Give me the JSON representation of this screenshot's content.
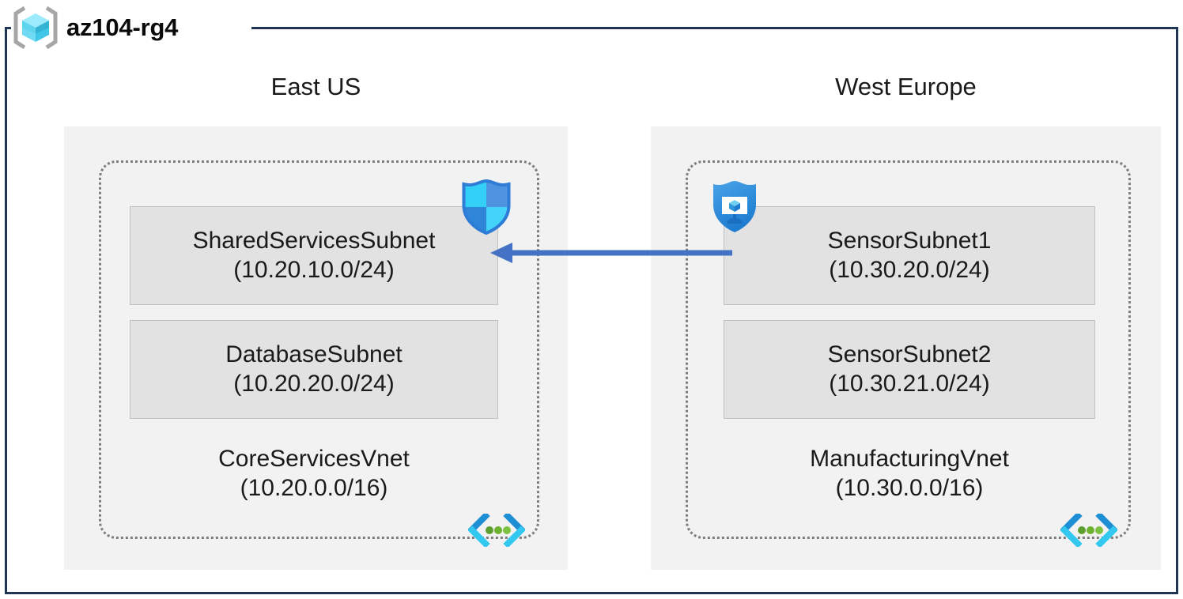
{
  "resource_group": {
    "name": "az104-rg4",
    "icon": "resource-group-cube-icon"
  },
  "colors": {
    "frame_border": "#1F3553",
    "region_fill": "#F2F2F2",
    "vnet_border": "#7D7D7D",
    "subnet_fill": "#E2E2E2",
    "subnet_border": "#C0C0C0",
    "arrow": "#4472C4",
    "vnet_icon_blue": "#1E8FD5",
    "vnet_icon_cyan": "#32C8F0",
    "vnet_icon_green": "#5E9E2E",
    "shield_blue_dark": "#3A7BD5",
    "shield_blue_light": "#32C8F7",
    "cube_cyan_light": "#9CEAFB",
    "cube_cyan_mid": "#3FC6E8",
    "cube_teal": "#2AA5C4",
    "bracket_gray": "#A6A6A6",
    "text": "#1A1A1A"
  },
  "regions": [
    {
      "label": "East US",
      "vnet": {
        "name": "CoreServicesVnet",
        "cidr": "(10.20.0.0/16)",
        "icon": "virtual-network-icon",
        "subnets": [
          {
            "name": "SharedServicesSubnet",
            "cidr": "(10.20.10.0/24)",
            "icon": "nsg-shield-icon"
          },
          {
            "name": "DatabaseSubnet",
            "cidr": "(10.20.20.0/24)",
            "icon": null
          }
        ]
      }
    },
    {
      "label": "West Europe",
      "vnet": {
        "name": "ManufacturingVnet",
        "cidr": "(10.30.0.0/16)",
        "icon": "virtual-network-icon",
        "subnets": [
          {
            "name": "SensorSubnet1",
            "cidr": "(10.30.20.0/24)",
            "icon": "defender-vm-shield-icon"
          },
          {
            "name": "SensorSubnet2",
            "cidr": "(10.30.21.0/24)",
            "icon": null
          }
        ]
      }
    }
  ],
  "connection": {
    "icon": "peering-arrow-left-icon",
    "direction": "right-to-left",
    "from": "SensorSubnet1",
    "to": "SharedServicesSubnet",
    "label": ""
  }
}
